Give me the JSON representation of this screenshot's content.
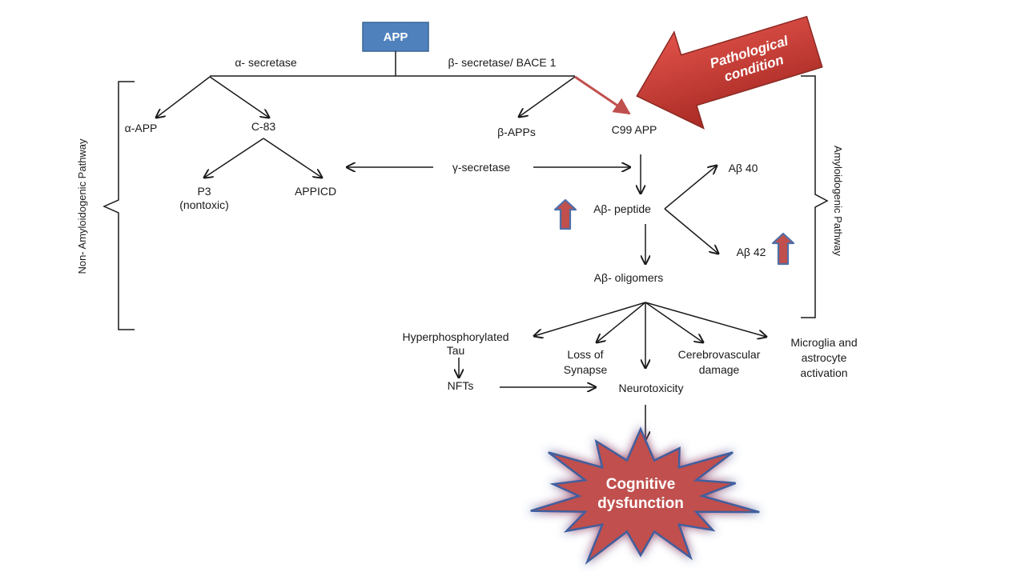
{
  "nodes": {
    "app": "APP",
    "alpha_secretase": "α- secretase",
    "beta_secretase": "β- secretase/ BACE 1",
    "alpha_app": "α-APP",
    "c83": "C-83",
    "beta_apps": "β-APPs",
    "c99_app": "C99 APP",
    "gamma_secretase": "γ-secretase",
    "p3_line1": "P3",
    "p3_line2": "(nontoxic)",
    "appicd": "APPICD",
    "ab_peptide": "Aβ- peptide",
    "ab40": "Aβ 40",
    "ab42": "Aβ 42",
    "ab_oligomers": "Aβ- oligomers",
    "hyper_tau_line1": "Hyperphosphorylated",
    "hyper_tau_line2": "Tau",
    "loss_synapse_line1": "Loss of",
    "loss_synapse_line2": "Synapse",
    "cerebro_line1": "Cerebrovascular",
    "cerebro_line2": "damage",
    "microglia_line1": "Microglia and",
    "microglia_line2": "astrocyte",
    "microglia_line3": "activation",
    "nfts": "NFTs",
    "neurotoxicity": "Neurotoxicity",
    "cognitive_line1": "Cognitive",
    "cognitive_line2": "dysfunction"
  },
  "callouts": {
    "pathological_line1": "Pathological",
    "pathological_line2": "condition"
  },
  "side_labels": {
    "non_amyloidogenic": "Non- Amyloidogenic Pathway",
    "amyloidogenic": "Amyloidogenic Pathway"
  },
  "colors": {
    "app_box": "#4f81bd",
    "pathological_arrow": "#c0392b",
    "red_arrow_line": "#c0504d",
    "up_arrow_fill": "#c0504d",
    "up_arrow_border": "#4f6fa8",
    "star_fill": "#c0504d",
    "star_border": "#3f5f9f",
    "star_glow": "#f5c26b"
  }
}
